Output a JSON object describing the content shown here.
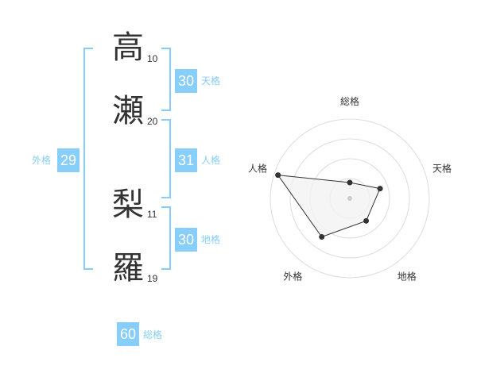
{
  "name_chars": [
    {
      "char": "高",
      "strokes": "10"
    },
    {
      "char": "瀬",
      "strokes": "20"
    },
    {
      "char": "梨",
      "strokes": "11"
    },
    {
      "char": "羅",
      "strokes": "19"
    }
  ],
  "kaku": {
    "tenkaku": {
      "value": "30",
      "label": "天格"
    },
    "jinkaku": {
      "value": "31",
      "label": "人格"
    },
    "chikaku": {
      "value": "30",
      "label": "地格"
    },
    "gaikaku": {
      "value": "29",
      "label": "外格"
    },
    "soukaku": {
      "value": "60",
      "label": "総格"
    }
  },
  "colors": {
    "accent": "#87CEFA",
    "text": "#333333",
    "grid": "#dddddd",
    "fill": "#f2f2f2"
  },
  "chart_data": {
    "type": "radar",
    "axes": [
      "総格",
      "天格",
      "地格",
      "外格",
      "人格"
    ],
    "values": [
      0.2,
      0.4,
      0.35,
      0.6,
      0.95
    ],
    "range": [
      0,
      1
    ],
    "rings": 4
  }
}
